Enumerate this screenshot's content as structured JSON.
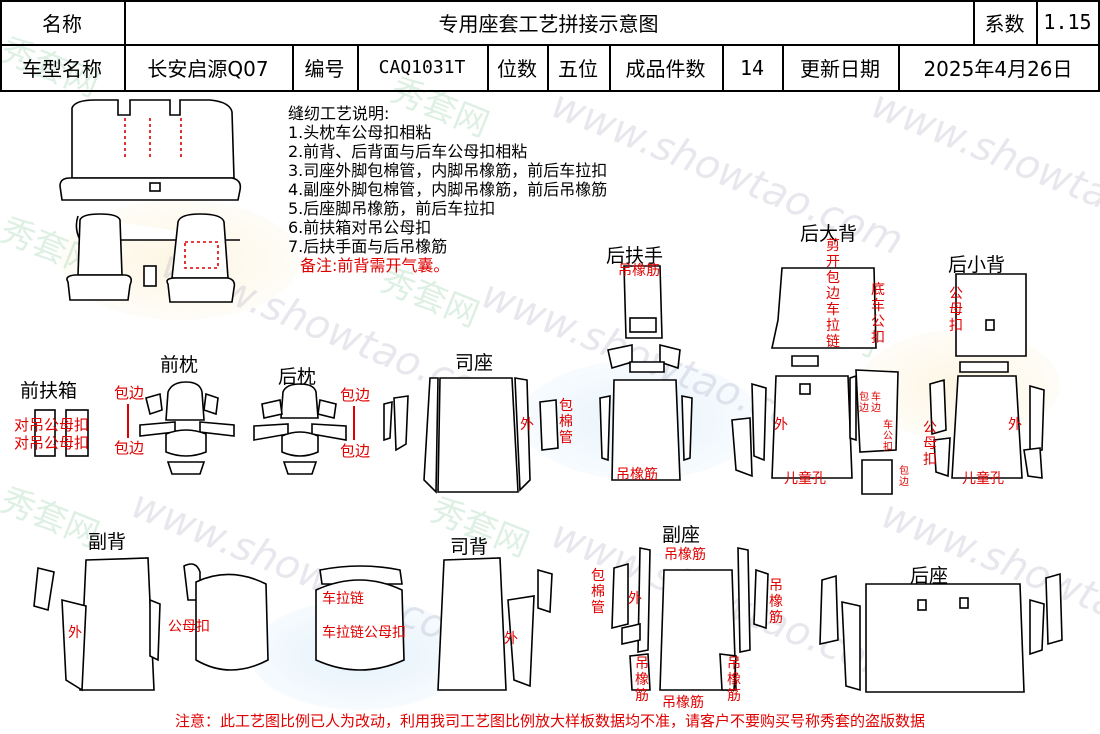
{
  "header": {
    "name_label": "名称",
    "title": "专用座套工艺拼接示意图",
    "coef_label": "系数",
    "coef_value": "1.15",
    "model_label": "车型名称",
    "model_value": "长安启源Q07",
    "code_label": "编号",
    "code_value": "CAQ1031T",
    "seats_label": "位数",
    "seats_value": "五位",
    "pieces_label": "成品件数",
    "pieces_value": "14",
    "date_label": "更新日期",
    "date_value": "2025年4月26日"
  },
  "notes": {
    "title": "缝纫工艺说明:",
    "items": [
      "1.头枕车公母扣相粘",
      "2.前背、后背面与后车公母扣相粘",
      "3.司座外脚包棉管，内脚吊橡筋，前后车拉扣",
      "4.副座外脚包棉管，内脚吊橡筋，前后吊橡筋",
      "5.后座脚吊橡筋，前后车拉扣",
      "6.前扶箱对吊公母扣",
      "7.后扶手面与后吊橡筋"
    ],
    "remark": "备注:前背需开气囊。"
  },
  "sections": {
    "front_armrest": "前扶箱",
    "front_headrest": "前枕",
    "rear_headrest": "后枕",
    "driver_seat": "司座",
    "rear_armrest": "后扶手",
    "rear_big_back": "后大背",
    "rear_small_back": "后小背",
    "passenger_back": "副背",
    "driver_back": "司背",
    "passenger_seat": "副座",
    "rear_seat": "后座"
  },
  "annotations": {
    "dui_diao": "对吊公母扣",
    "bao_bian": "包边",
    "wai": "外",
    "bao_mian_guan": "包棉管",
    "diao_xiang_jin": "吊橡筋",
    "er_tong_kong": "儿童孔",
    "gong_mu_kou": "公母扣",
    "che_la_lian": "车拉链",
    "che_la_lian_gmk": "车拉链公母扣",
    "jian_kai": "剪开包边车拉链",
    "di_che": "底车公扣",
    "rear_small_gmk": "公母扣",
    "small_right_gmk": "公母扣",
    "mid_col1": "包边",
    "mid_col2": "车边",
    "mid_col3": "车公扣",
    "mid_col4": "包边"
  },
  "watermarks": {
    "url": "www.showtao.com",
    "brand": "秀套网"
  },
  "footer": "注意：此工艺图比例已人为改动，利用我司工艺图比例放大样板数据均不准，请客户不要购买号称秀套的盗版数据",
  "colors": {
    "annotation_red": "#e00000",
    "line": "#000000"
  }
}
